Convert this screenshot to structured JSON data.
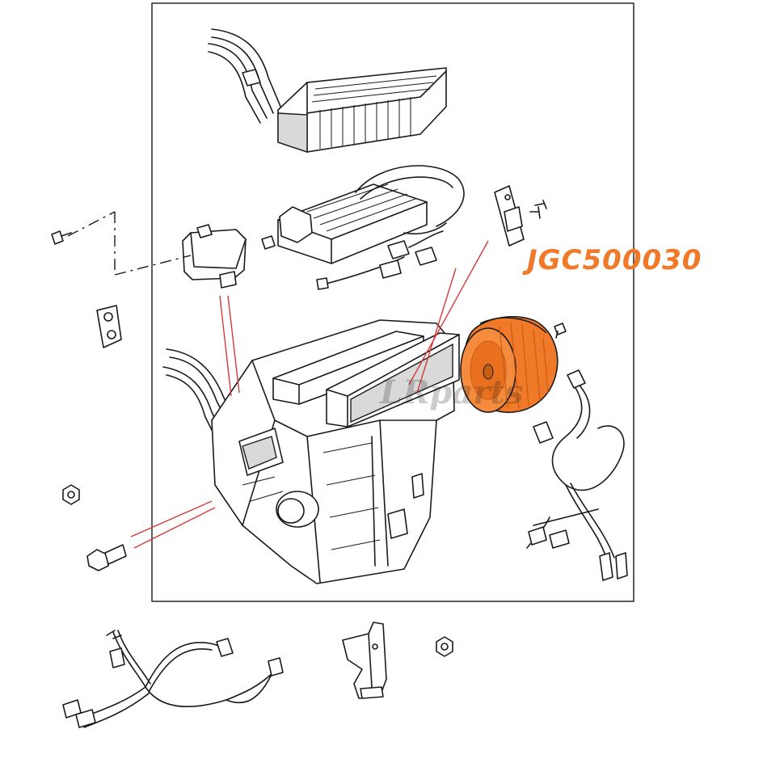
{
  "part_number": "JGC500030",
  "watermark": "LRparts",
  "colors": {
    "highlight": "#f07a2a",
    "highlight_dark": "#c75d12",
    "part_number_text": "#f07a2a",
    "leader_lines": "#d43a3a",
    "line_art": "#1a1a1a"
  },
  "icons": [
    "heater-core",
    "resistor-pack",
    "actuator-motor",
    "blower-motor",
    "heater-box",
    "wiring-harness",
    "bracket",
    "nut",
    "screw",
    "bolt"
  ]
}
